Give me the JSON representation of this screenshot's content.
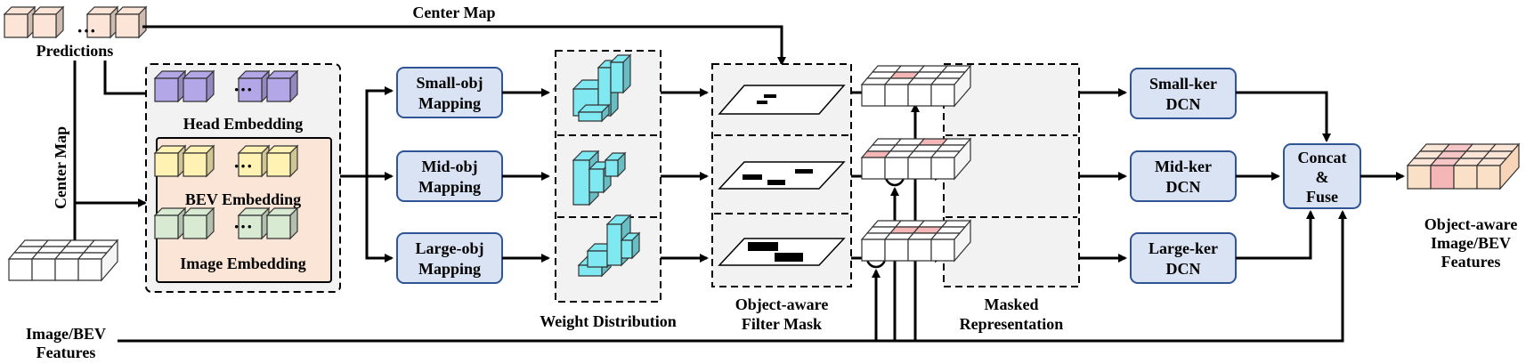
{
  "labels": {
    "center_map_top": "Center Map",
    "center_map_side": "Center Map",
    "predictions": "Predictions",
    "head_embedding": "Head Embedding",
    "bev_embedding": "BEV Embedding",
    "image_embedding": "Image Embedding",
    "input_features": [
      "Image/BEV",
      "Features"
    ],
    "weight_distribution": "Weight Distribution",
    "filter_mask": [
      "Object-aware",
      "Filter Mask"
    ],
    "masked_representation": [
      "Masked",
      "Representation"
    ],
    "output_features": [
      "Object-aware",
      "Image/BEV",
      "Features"
    ],
    "dots": "···"
  },
  "mapping_boxes": [
    [
      "Small-obj",
      "Mapping"
    ],
    [
      "Mid-obj",
      "Mapping"
    ],
    [
      "Large-obj",
      "Mapping"
    ]
  ],
  "dcn_boxes": [
    [
      "Small-ker",
      "DCN"
    ],
    [
      "Mid-ker",
      "DCN"
    ],
    [
      "Large-ker",
      "DCN"
    ]
  ],
  "fuse_box": [
    "Concat",
    "&",
    "Fuse"
  ],
  "multiply_symbol": "*",
  "colors": {
    "box_fill": "#dae3f3",
    "box_stroke": "#2f5597",
    "embedding_panel": "#f8cbad",
    "dashed_panel": "#f2f2f2",
    "head_cube": "#b4a7e8",
    "bev_cube": "#fff2b3",
    "image_cube": "#d9ead3",
    "prediction_cube": "#fce4d6",
    "weight_cube": "#7fe8f0",
    "mask_highlight": "#f4b6b6"
  }
}
